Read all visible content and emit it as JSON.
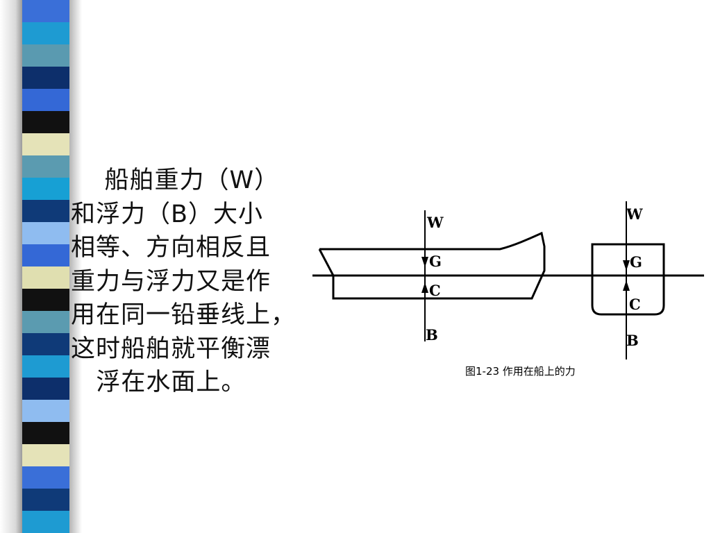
{
  "slide": {
    "body_text": "    船舶重力（W）\n和浮力（B）大小\n相等、方向相反且\n重力与浮力又是作\n用在同一铅垂线上，\n这时船舶就平衡漂\n   浮在水面上。"
  },
  "figure": {
    "caption": "图1-23  作用在船上的力",
    "left_ship": {
      "label_w": "W",
      "label_g": "G",
      "label_c": "C",
      "label_b": "B"
    },
    "right_ship": {
      "label_w": "W",
      "label_g": "G",
      "label_c": "C",
      "label_b": "B"
    }
  },
  "decor": {
    "stripe_colors": [
      "#3a6fd8",
      "#1e9bd2",
      "#5a9ab0",
      "#0d2f6b",
      "#3468d6",
      "#111111",
      "#e5e3b8",
      "#5b9bb0",
      "#17a0d4",
      "#0f3a78",
      "#8fbcf0",
      "#3468d6",
      "#e0dfb0",
      "#111111",
      "#5b9bb0",
      "#0f3a78",
      "#1e9bd2",
      "#0d2f6b",
      "#8fbcf0",
      "#111111",
      "#e5e3b8",
      "#3a6fd8",
      "#0f3a78",
      "#1e9bd2"
    ]
  }
}
